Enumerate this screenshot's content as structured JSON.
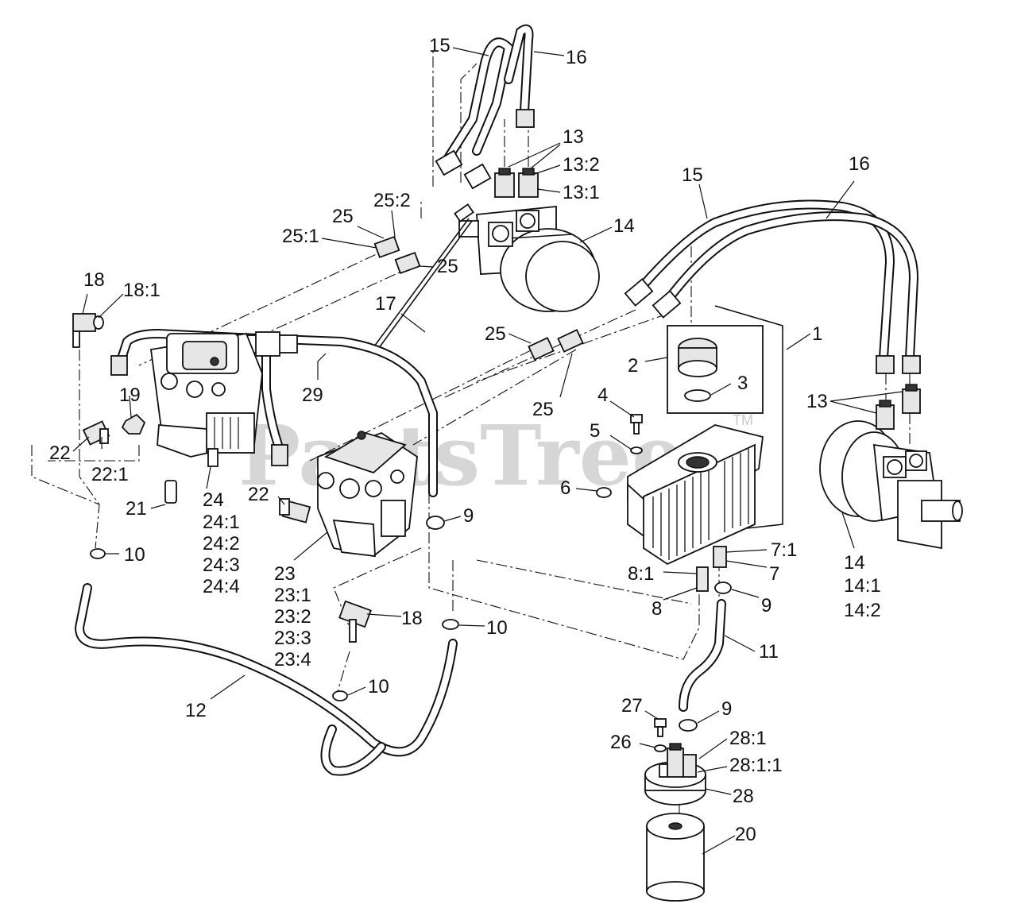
{
  "watermark": {
    "text": "PartsTree",
    "tm": "TM"
  },
  "callouts": [
    {
      "id": "c1",
      "text": "15"
    },
    {
      "id": "c2",
      "text": "16"
    },
    {
      "id": "c3",
      "text": "13"
    },
    {
      "id": "c4",
      "text": "13:2"
    },
    {
      "id": "c5",
      "text": "13:1"
    },
    {
      "id": "c6",
      "text": "25:2"
    },
    {
      "id": "c7",
      "text": "25"
    },
    {
      "id": "c8",
      "text": "25:1"
    },
    {
      "id": "c9",
      "text": "25"
    },
    {
      "id": "c10",
      "text": "14"
    },
    {
      "id": "c11",
      "text": "15"
    },
    {
      "id": "c12",
      "text": "16"
    },
    {
      "id": "c13",
      "text": "18"
    },
    {
      "id": "c14",
      "text": "18:1"
    },
    {
      "id": "c15",
      "text": "17"
    },
    {
      "id": "c16",
      "text": "25"
    },
    {
      "id": "c17",
      "text": "1"
    },
    {
      "id": "c18",
      "text": "2"
    },
    {
      "id": "c19",
      "text": "3"
    },
    {
      "id": "c20",
      "text": "25"
    },
    {
      "id": "c21",
      "text": "29"
    },
    {
      "id": "c22",
      "text": "19"
    },
    {
      "id": "c23",
      "text": "4"
    },
    {
      "id": "c24",
      "text": "13"
    },
    {
      "id": "c25",
      "text": "5"
    },
    {
      "id": "c26",
      "text": "22"
    },
    {
      "id": "c27",
      "text": "22:1"
    },
    {
      "id": "c28",
      "text": "6"
    },
    {
      "id": "c29",
      "text": "21"
    },
    {
      "id": "c30",
      "text": "24"
    },
    {
      "id": "c31",
      "text": "24:1"
    },
    {
      "id": "c32",
      "text": "24:2"
    },
    {
      "id": "c33",
      "text": "24:3"
    },
    {
      "id": "c34",
      "text": "24:4"
    },
    {
      "id": "c35",
      "text": "22"
    },
    {
      "id": "c36",
      "text": "9"
    },
    {
      "id": "c37",
      "text": "10"
    },
    {
      "id": "c38",
      "text": "23"
    },
    {
      "id": "c39",
      "text": "23:1"
    },
    {
      "id": "c40",
      "text": "23:2"
    },
    {
      "id": "c41",
      "text": "23:3"
    },
    {
      "id": "c42",
      "text": "23:4"
    },
    {
      "id": "c43",
      "text": "7:1"
    },
    {
      "id": "c44",
      "text": "7"
    },
    {
      "id": "c45",
      "text": "8:1"
    },
    {
      "id": "c46",
      "text": "14"
    },
    {
      "id": "c47",
      "text": "14:1"
    },
    {
      "id": "c48",
      "text": "14:2"
    },
    {
      "id": "c49",
      "text": "8"
    },
    {
      "id": "c50",
      "text": "9"
    },
    {
      "id": "c51",
      "text": "18"
    },
    {
      "id": "c52",
      "text": "10"
    },
    {
      "id": "c53",
      "text": "11"
    },
    {
      "id": "c54",
      "text": "10"
    },
    {
      "id": "c55",
      "text": "12"
    },
    {
      "id": "c56",
      "text": "27"
    },
    {
      "id": "c57",
      "text": "9"
    },
    {
      "id": "c58",
      "text": "28:1"
    },
    {
      "id": "c59",
      "text": "26"
    },
    {
      "id": "c60",
      "text": "28:1:1"
    },
    {
      "id": "c61",
      "text": "28"
    },
    {
      "id": "c62",
      "text": "20"
    }
  ]
}
